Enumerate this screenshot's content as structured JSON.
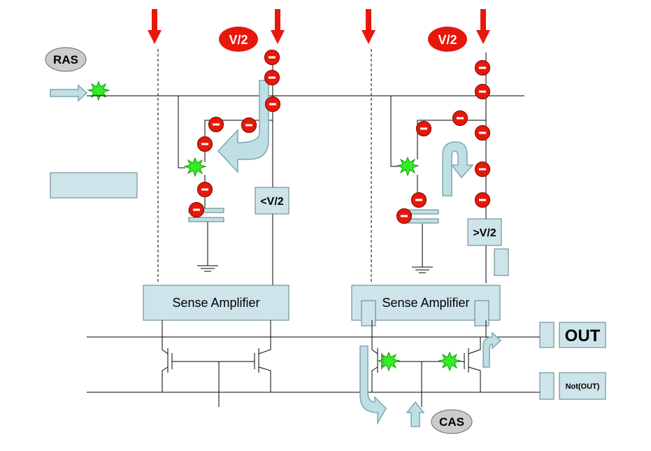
{
  "labels": {
    "ras": "RAS",
    "cas": "CAS",
    "v2_left": "V/2",
    "v2_right": "V/2",
    "less_v2": "<V/2",
    "greater_v2": ">V/2",
    "sense_amp_left": "Sense Amplifier",
    "sense_amp_right": "Sense Amplifier",
    "out": "OUT",
    "not_out": "Not(OUT)"
  },
  "charge_symbol": "−",
  "colors": {
    "line": "#000000",
    "box_fill": "#cde5ea",
    "box_stroke": "#5a7f86",
    "arrow_red": "#e8170b",
    "charge_red": "#e8170b",
    "spark_green": "#33ee22",
    "big_arrow_fill": "#bfdfe5",
    "big_arrow_stroke": "#7aa8b2",
    "oval_gray": "#cccccc"
  },
  "icons": {
    "down_arrow": "red-down-arrow-icon",
    "charge": "electron-charge-icon",
    "spark": "green-spark-icon",
    "ground": "ground-icon",
    "capacitor": "capacitor-icon",
    "transistor": "transistor-icon"
  }
}
